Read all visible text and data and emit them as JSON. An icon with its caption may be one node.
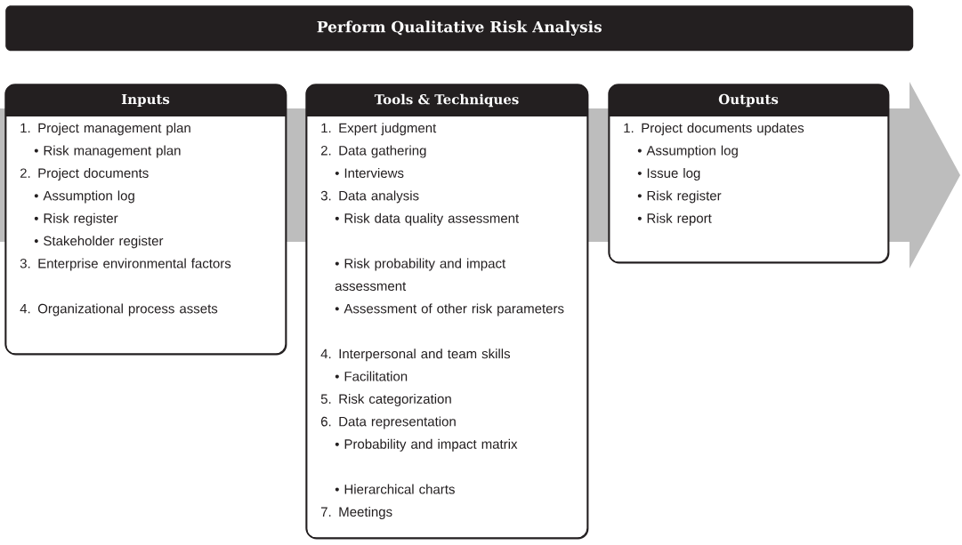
{
  "diagram": {
    "nodes": [
      {
        "text": [
          "Perform Qualitative Risk Analysis"
        ]
      },
      {
        "text": [
          "Inputs",
          "1. Project management plan",
          "• Risk management plan",
          "2. Project documents",
          "• Assumption log",
          "• Risk register",
          "• Stakeholder register",
          "3. Enterprise environmental factors",
          "4. Organizational process assets"
        ]
      },
      {
        "text": [
          "Tools & Techniques",
          "1. Expert judgment",
          "2. Data gathering",
          "• Interviews",
          "3. Data analysis",
          "• Risk data quality assessment",
          "• Risk probability and impact assessment",
          "• Assessment of other risk parameters",
          "4. Interpersonal and team skills",
          "• Facilitation",
          "5. Risk categorization",
          "6. Data representation",
          "• Probability and impact matrix",
          "• Hierarchical charts",
          "7. Meetings"
        ]
      },
      {
        "text": [
          "Outputs",
          "1. Project documents updates",
          "• Assumption log",
          "• Issue log",
          "• Risk register",
          "• Risk report"
        ]
      }
    ]
  }
}
